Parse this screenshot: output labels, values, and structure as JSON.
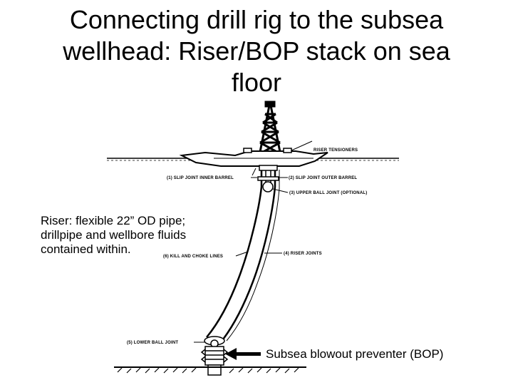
{
  "title": {
    "line1": "Connecting drill rig to the subsea",
    "line2": "wellhead:  Riser/BOP stack on sea",
    "line3": "floor"
  },
  "labels": {
    "riser_tensioners": "RISER TENSIONERS",
    "slip_joint_inner": "(1) SLIP JOINT INNER BARREL",
    "slip_joint_outer": "(2) SLIP JOINT OUTER BARREL",
    "upper_ball_joint": "(3) UPPER BALL JOINT (OPTIONAL)",
    "kill_choke": "(6) KILL AND CHOKE LINES",
    "riser_joints": "(4) RISER JOINTS",
    "lower_ball_joint": "(5) LOWER BALL JOINT"
  },
  "note": {
    "line1": "Riser:  flexible 22” OD pipe;",
    "line2": "drillpipe and wellbore fluids",
    "line3": "contained within."
  },
  "bop_label": "Subsea blowout preventer (BOP)"
}
